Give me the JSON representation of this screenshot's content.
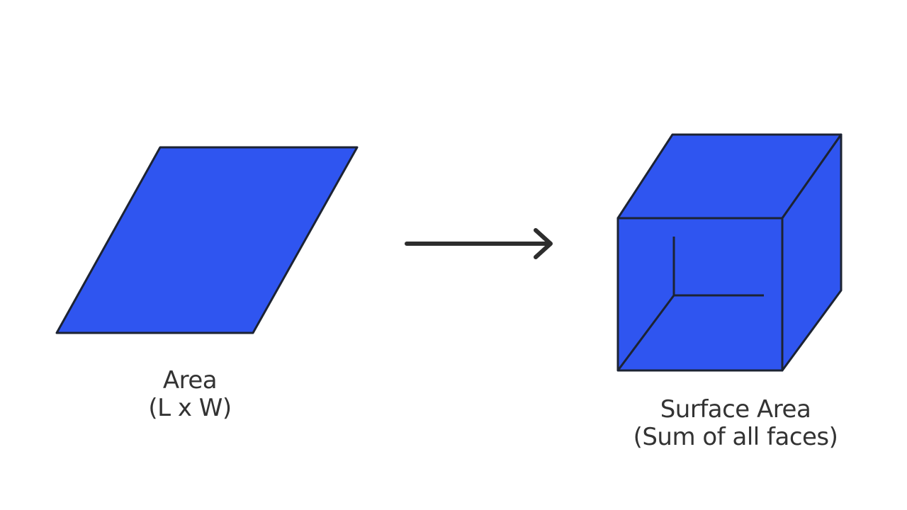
{
  "colors": {
    "shape_fill": "#2f55f0",
    "outline": "#1c2333",
    "arrow": "#2d2d2d",
    "text": "#333333",
    "background": "#ffffff"
  },
  "area": {
    "shape": "parallelogram",
    "title": "Area",
    "formula": "(L x W)"
  },
  "arrow": {
    "direction": "right"
  },
  "surface_area": {
    "shape": "open-cube",
    "title": "Surface Area",
    "formula": "(Sum of all faces)"
  }
}
